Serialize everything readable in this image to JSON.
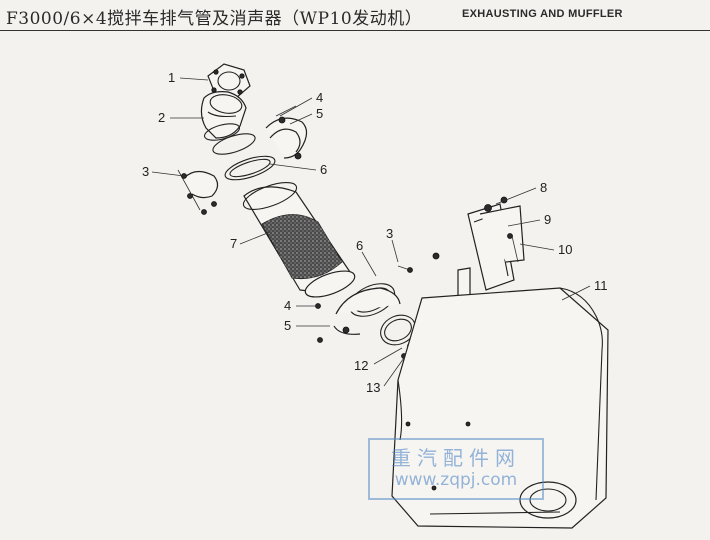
{
  "header": {
    "title_cn": "F3000/6×4搅拌车排气管及消声器（WP10发动机）",
    "title_en": "EXHAUSTING AND MUFFLER"
  },
  "callouts": [
    {
      "id": "1",
      "text": "1"
    },
    {
      "id": "2",
      "text": "2"
    },
    {
      "id": "3a",
      "text": "3"
    },
    {
      "id": "4a",
      "text": "4"
    },
    {
      "id": "5a",
      "text": "5"
    },
    {
      "id": "6a",
      "text": "6"
    },
    {
      "id": "7",
      "text": "7"
    },
    {
      "id": "6b",
      "text": "6"
    },
    {
      "id": "3b",
      "text": "3"
    },
    {
      "id": "4b",
      "text": "4"
    },
    {
      "id": "5b",
      "text": "5"
    },
    {
      "id": "8",
      "text": "8"
    },
    {
      "id": "9",
      "text": "9"
    },
    {
      "id": "10",
      "text": "10"
    },
    {
      "id": "11",
      "text": "11"
    },
    {
      "id": "12",
      "text": "12"
    },
    {
      "id": "13",
      "text": "13"
    }
  ],
  "watermark": {
    "text_cn": "重汽配件网",
    "url": "www.zqpj.com"
  }
}
